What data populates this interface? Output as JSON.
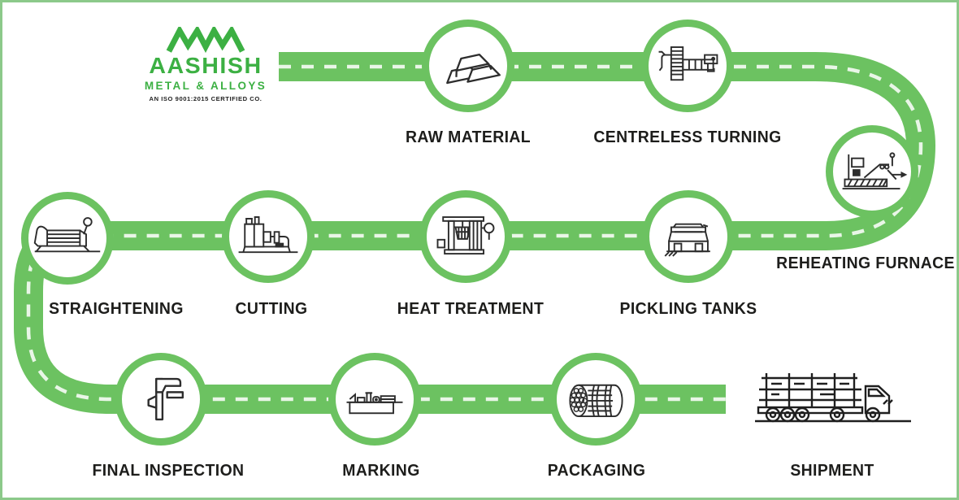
{
  "logo": {
    "mark": "AMA",
    "brand": "AASHISH",
    "tagline": "METAL & ALLOYS",
    "certification": "AN ISO 9001:2015 CERTIFIED CO."
  },
  "colors": {
    "road_green": "#6cc261",
    "ring_green": "#6cc261",
    "logo_green": "#3cb043",
    "label_text": "#1d1d1b",
    "frame_green": "#8cc98a",
    "dash_white": "#ffffff"
  },
  "stations": [
    {
      "label": "RAW MATERIAL",
      "icon": "ingots-icon"
    },
    {
      "label": "CENTRELESS TURNING",
      "icon": "turning-machine-icon"
    },
    {
      "label": "REHEATING FURNACE",
      "icon": "reheating-furnace-icon"
    },
    {
      "label": "PICKLING TANKS",
      "icon": "pickling-tank-icon"
    },
    {
      "label": "HEAT TREATMENT",
      "icon": "heat-treatment-furnace-icon"
    },
    {
      "label": "CUTTING",
      "icon": "cutting-machine-icon"
    },
    {
      "label": "STRAIGHTENING",
      "icon": "roller-machine-icon"
    },
    {
      "label": "FINAL INSPECTION",
      "icon": "caliper-icon"
    },
    {
      "label": "MARKING",
      "icon": "marking-machine-icon"
    },
    {
      "label": "PACKAGING",
      "icon": "pipe-bundle-icon"
    },
    {
      "label": "SHIPMENT",
      "icon": "truck-icon"
    }
  ]
}
